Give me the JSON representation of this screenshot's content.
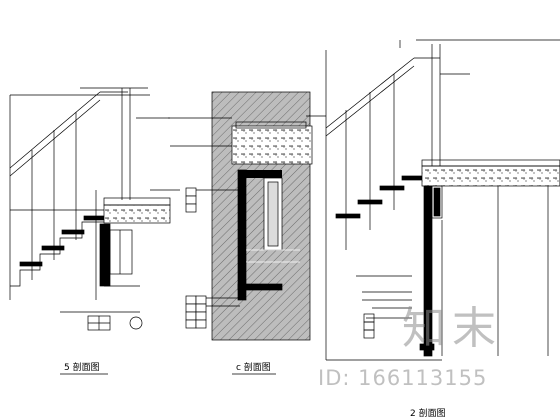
{
  "drawing": {
    "views": [
      {
        "id": "left",
        "title": "5 剖面图"
      },
      {
        "id": "middle",
        "title": "c 剖面图"
      },
      {
        "id": "right",
        "title": "2 剖面图"
      }
    ]
  },
  "watermark": {
    "logo": "知末",
    "id_text": "ID: 166113155"
  }
}
